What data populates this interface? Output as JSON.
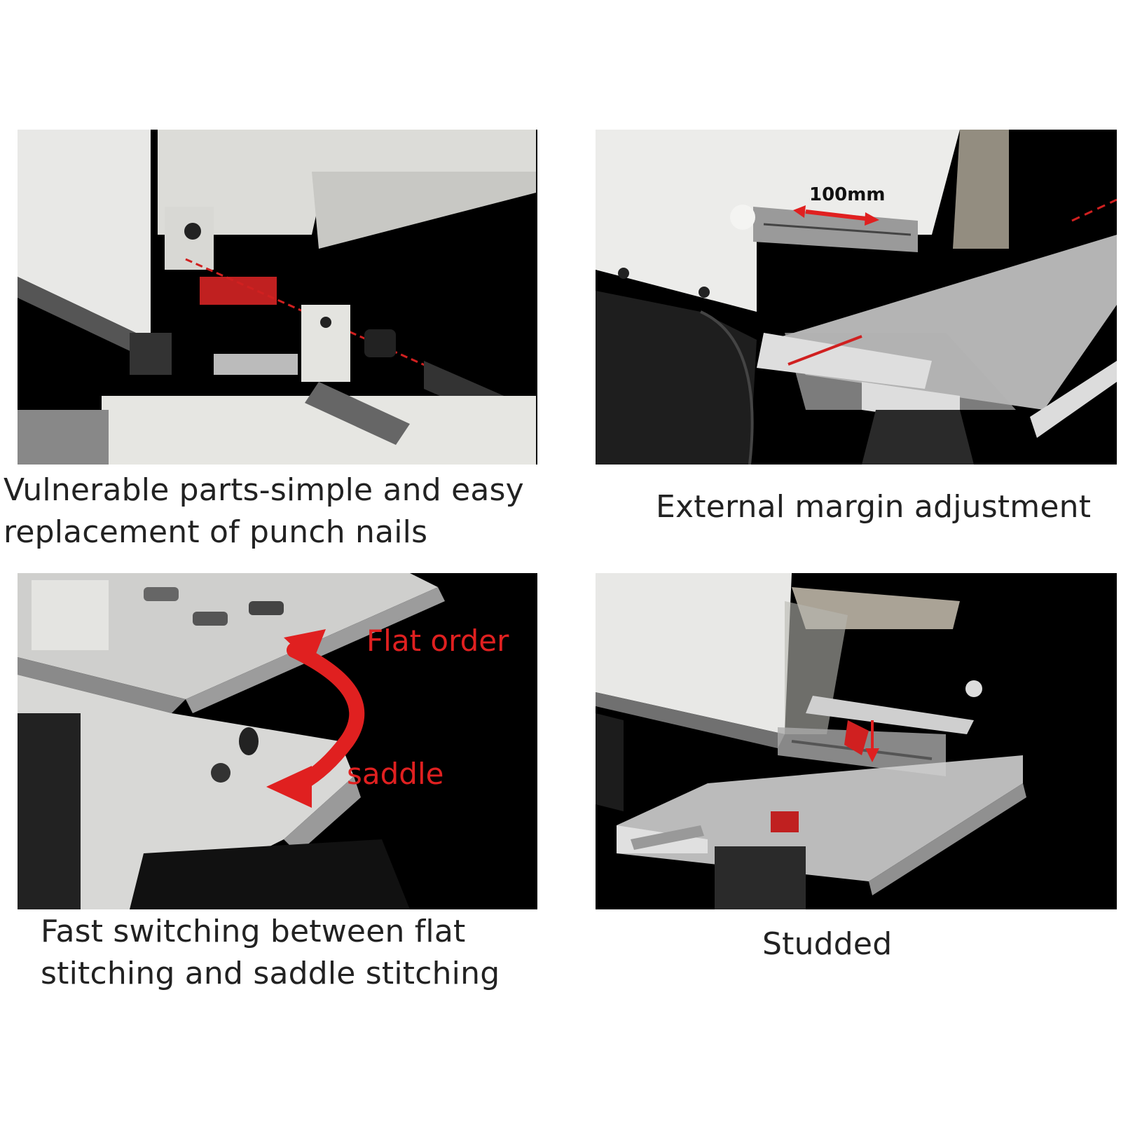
{
  "panels": {
    "top_left": {
      "caption_line1": "Vulnerable parts-simple and easy",
      "caption_line2": "replacement of punch nails"
    },
    "top_right": {
      "caption": "External margin adjustment",
      "measure_label": "100mm"
    },
    "bottom_left": {
      "caption_line1": "Fast switching between flat",
      "caption_line2": "stitching and saddle stitching",
      "label_top": "Flat order",
      "label_bottom": "saddle"
    },
    "bottom_right": {
      "caption": "Studded"
    }
  },
  "colors": {
    "accent": "#e02020",
    "panel_bg": "#000000"
  }
}
